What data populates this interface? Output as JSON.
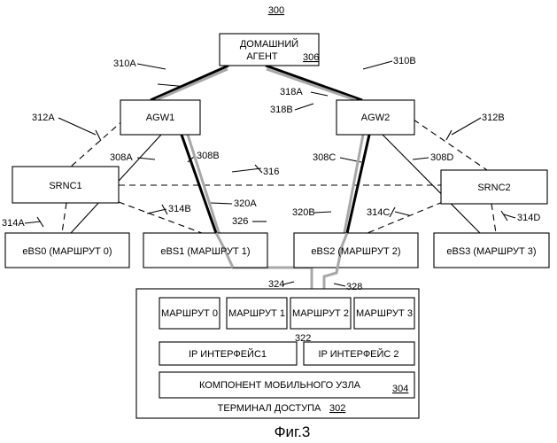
{
  "figure_number": "300",
  "caption": "Фиг.3",
  "home_agent": {
    "line1": "ДОМАШНИЙ",
    "line2": "АГЕНТ",
    "ref": "306"
  },
  "agw1": {
    "label": "AGW1"
  },
  "agw2": {
    "label": "AGW2"
  },
  "srnc1": {
    "label": "SRNC1"
  },
  "srnc2": {
    "label": "SRNC2"
  },
  "ebs": [
    {
      "label": "eBS0 (МАРШРУТ 0)"
    },
    {
      "label": "eBS1 (МАРШРУТ 1)"
    },
    {
      "label": "eBS2 (МАРШРУТ 2)"
    },
    {
      "label": "eBS3 (МАРШРУТ 3)"
    }
  ],
  "terminal": {
    "routes": [
      "МАРШРУТ 0",
      "МАРШРУТ 1",
      "МАРШРУТ 2",
      "МАРШРУТ 3"
    ],
    "ip1": "IP ИНТЕРФЕЙС1",
    "ip2": "IP ИНТЕРФЕЙС 2",
    "component": "КОМПОНЕНТ МОБИЛЬНОГО УЗЛА",
    "component_ref": "304",
    "label": "ТЕРМИНАЛ ДОСТУПА",
    "ref": "302"
  },
  "refs": {
    "r310A": "310A",
    "r310B": "310B",
    "r318A": "318A",
    "r318B": "318B",
    "r312A": "312A",
    "r312B": "312B",
    "r308A": "308A",
    "r308B": "308B",
    "r308C": "308C",
    "r308D": "308D",
    "r316": "316",
    "r314A": "314A",
    "r314B": "314B",
    "r314C": "314C",
    "r314D": "314D",
    "r320A": "320A",
    "r320B": "320B",
    "r326": "326",
    "r324": "324",
    "r328": "328",
    "r322": "322"
  }
}
